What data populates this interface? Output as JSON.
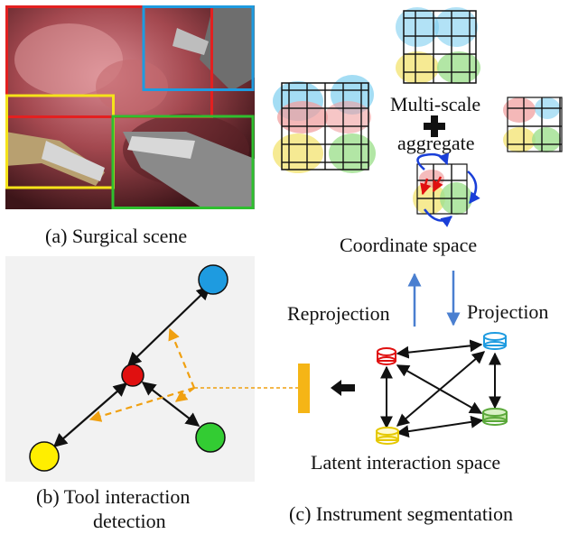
{
  "captions": {
    "a": "(a) Surgical scene",
    "b_line1": "(b) Tool interaction",
    "b_line2": "detection",
    "c": "(c) Instrument segmentation"
  },
  "labels": {
    "multi_scale": "Multi-scale",
    "aggregate": "aggregate",
    "coordinate_space": "Coordinate space",
    "reprojection": "Reprojection",
    "projection": "Projection",
    "latent_space": "Latent interaction space"
  },
  "colors": {
    "box_red": "#e32020",
    "box_blue": "#1e9be0",
    "box_yellow": "#f5e31a",
    "box_green": "#2fbf2f",
    "node_blue": "#1e9be0",
    "node_red": "#e01010",
    "node_green": "#33cc33",
    "node_yellow": "#ffee00",
    "dashed_orange": "#f0a010",
    "arrow_blue": "#4a7fd0"
  }
}
